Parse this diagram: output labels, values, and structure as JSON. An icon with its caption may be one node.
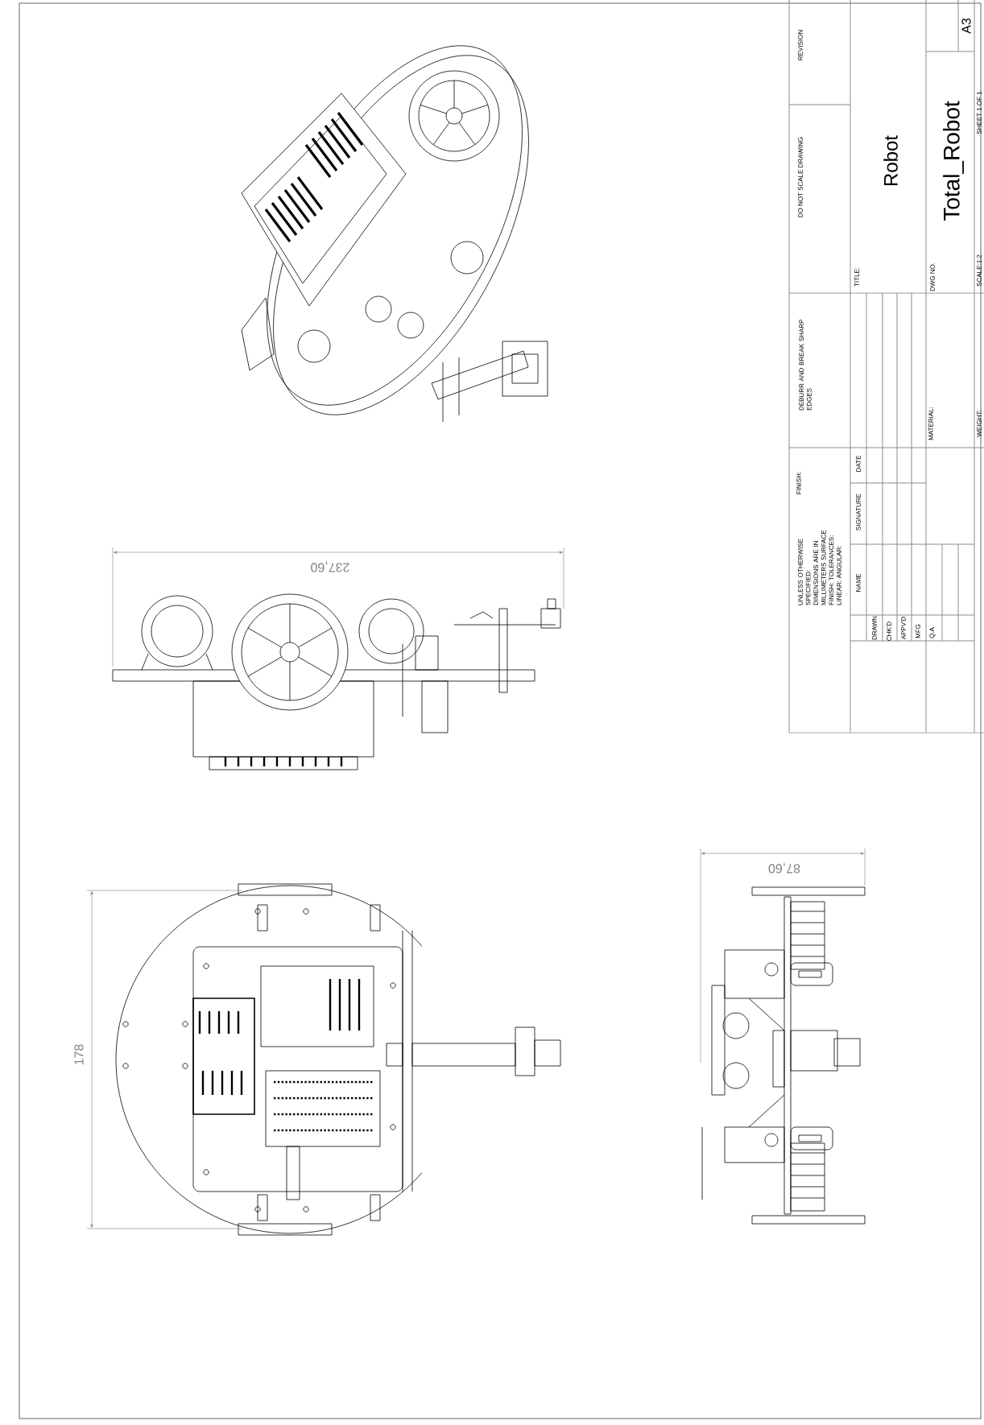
{
  "diagram": {
    "labels": [
      "237,60",
      "87,60",
      "178",
      "UNLESS OTHERWISE SPECIFIED: DIMENSIONS ARE IN MILLIMETERS SURFACE FINISH: TOLERANCES: LINEAR: ANGULAR:",
      "FINISH:",
      "DEBURR AND BREAK SHARP EDGES",
      "DO NOT SCALE DRAWING",
      "REVISION",
      "NAME",
      "SIGNATURE",
      "DATE",
      "TITLE:",
      "Robot",
      "DRAWN",
      "CHK'D",
      "APPV'D",
      "MFG",
      "Q.A",
      "MATERIAL:",
      "DWG NO.",
      "Total_Robot",
      "A3",
      "WEIGHT:",
      "SCALE:1:2",
      "SHEET 1 OF 1"
    ]
  }
}
